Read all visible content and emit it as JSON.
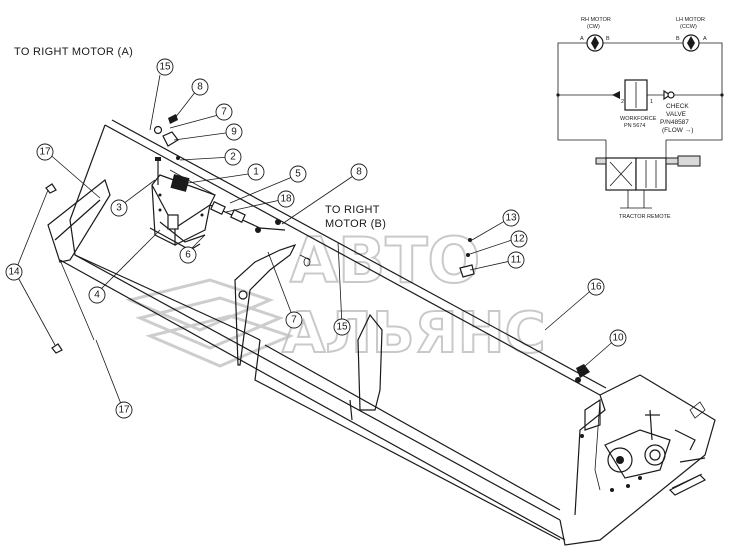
{
  "labels": {
    "right_motor_a": "TO RIGHT MOTOR (A)",
    "right_motor_b_line1": "TO RIGHT",
    "right_motor_b_line2": "MOTOR (B)"
  },
  "callouts": [
    "15",
    "8",
    "7",
    "9",
    "17",
    "2",
    "1",
    "3",
    "5",
    "18",
    "6",
    "8",
    "4",
    "14",
    "13",
    "12",
    "11",
    "16",
    "7",
    "15",
    "10",
    "17"
  ],
  "hydraulic": {
    "rh_motor_line1": "RH MOTOR",
    "rh_motor_line2": "(CW)",
    "lh_motor_line1": "LH MOTOR",
    "lh_motor_line2": "(CCW)",
    "port_a": "A",
    "port_b": "B",
    "check_valve_line1": "CHECK",
    "check_valve_line2": "VALVE",
    "check_valve_line3": "P/N48587",
    "check_valve_line4": "(FLOW →)",
    "workforce_line1": "WORKFORCE",
    "workforce_line2": "PN 5674",
    "port_2": "2",
    "port_1": "1",
    "tractor_remote": "TRACTOR REMOTE"
  },
  "watermark": {
    "line1": "АВТО",
    "line2": "АЛЬЯНС"
  },
  "colors": {
    "line": "#1a1a1a",
    "watermark": "#b8b8b8",
    "background": "#ffffff"
  }
}
